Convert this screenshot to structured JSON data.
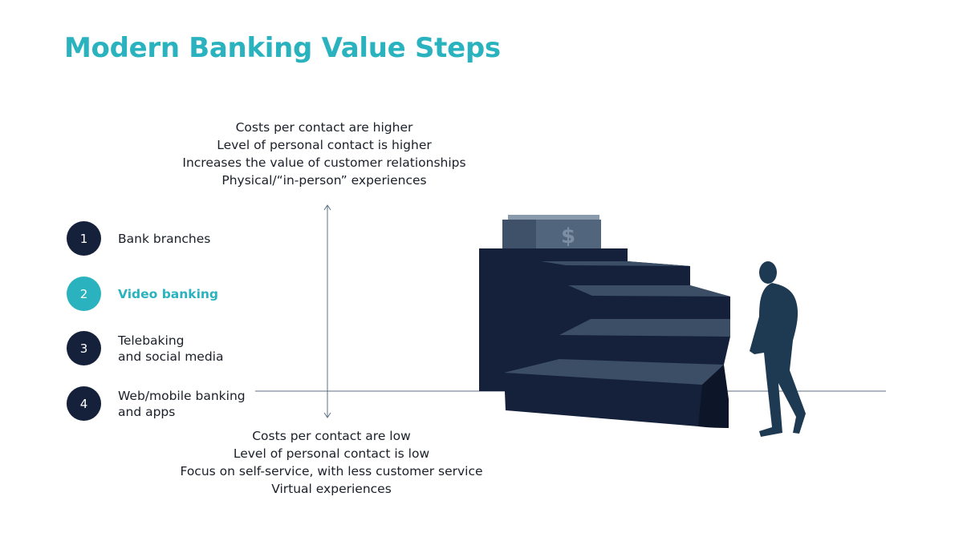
{
  "title": "Modern Banking Value Steps",
  "high_side": {
    "lines": [
      "Costs per contact are higher",
      "Level of personal contact is higher",
      "Increases the value of customer relationships",
      "Physical/“in-person” experiences"
    ]
  },
  "low_side": {
    "lines": [
      "Costs per contact are low",
      "Level of personal contact is low",
      "Focus on self-service, with less customer service",
      "Virtual experiences"
    ]
  },
  "steps": [
    {
      "number": "1",
      "lines": [
        "Bank branches"
      ],
      "active": false
    },
    {
      "number": "2",
      "lines": [
        "Video banking"
      ],
      "active": true
    },
    {
      "number": "3",
      "lines": [
        "Telebaking",
        "and social media"
      ],
      "active": false
    },
    {
      "number": "4",
      "lines": [
        "Web/mobile banking",
        "and apps"
      ],
      "active": false
    }
  ],
  "money_symbol": "$",
  "colors": {
    "accent": "#2ab3bf",
    "navy": "#15213a",
    "step_top": "#3b4e66",
    "figure": "#1e3a52",
    "axis": "#5b6f86"
  },
  "icons": {
    "figure": "walking-person-icon",
    "money": "banknote-stack-icon",
    "stairs": "staircase-illustration"
  }
}
